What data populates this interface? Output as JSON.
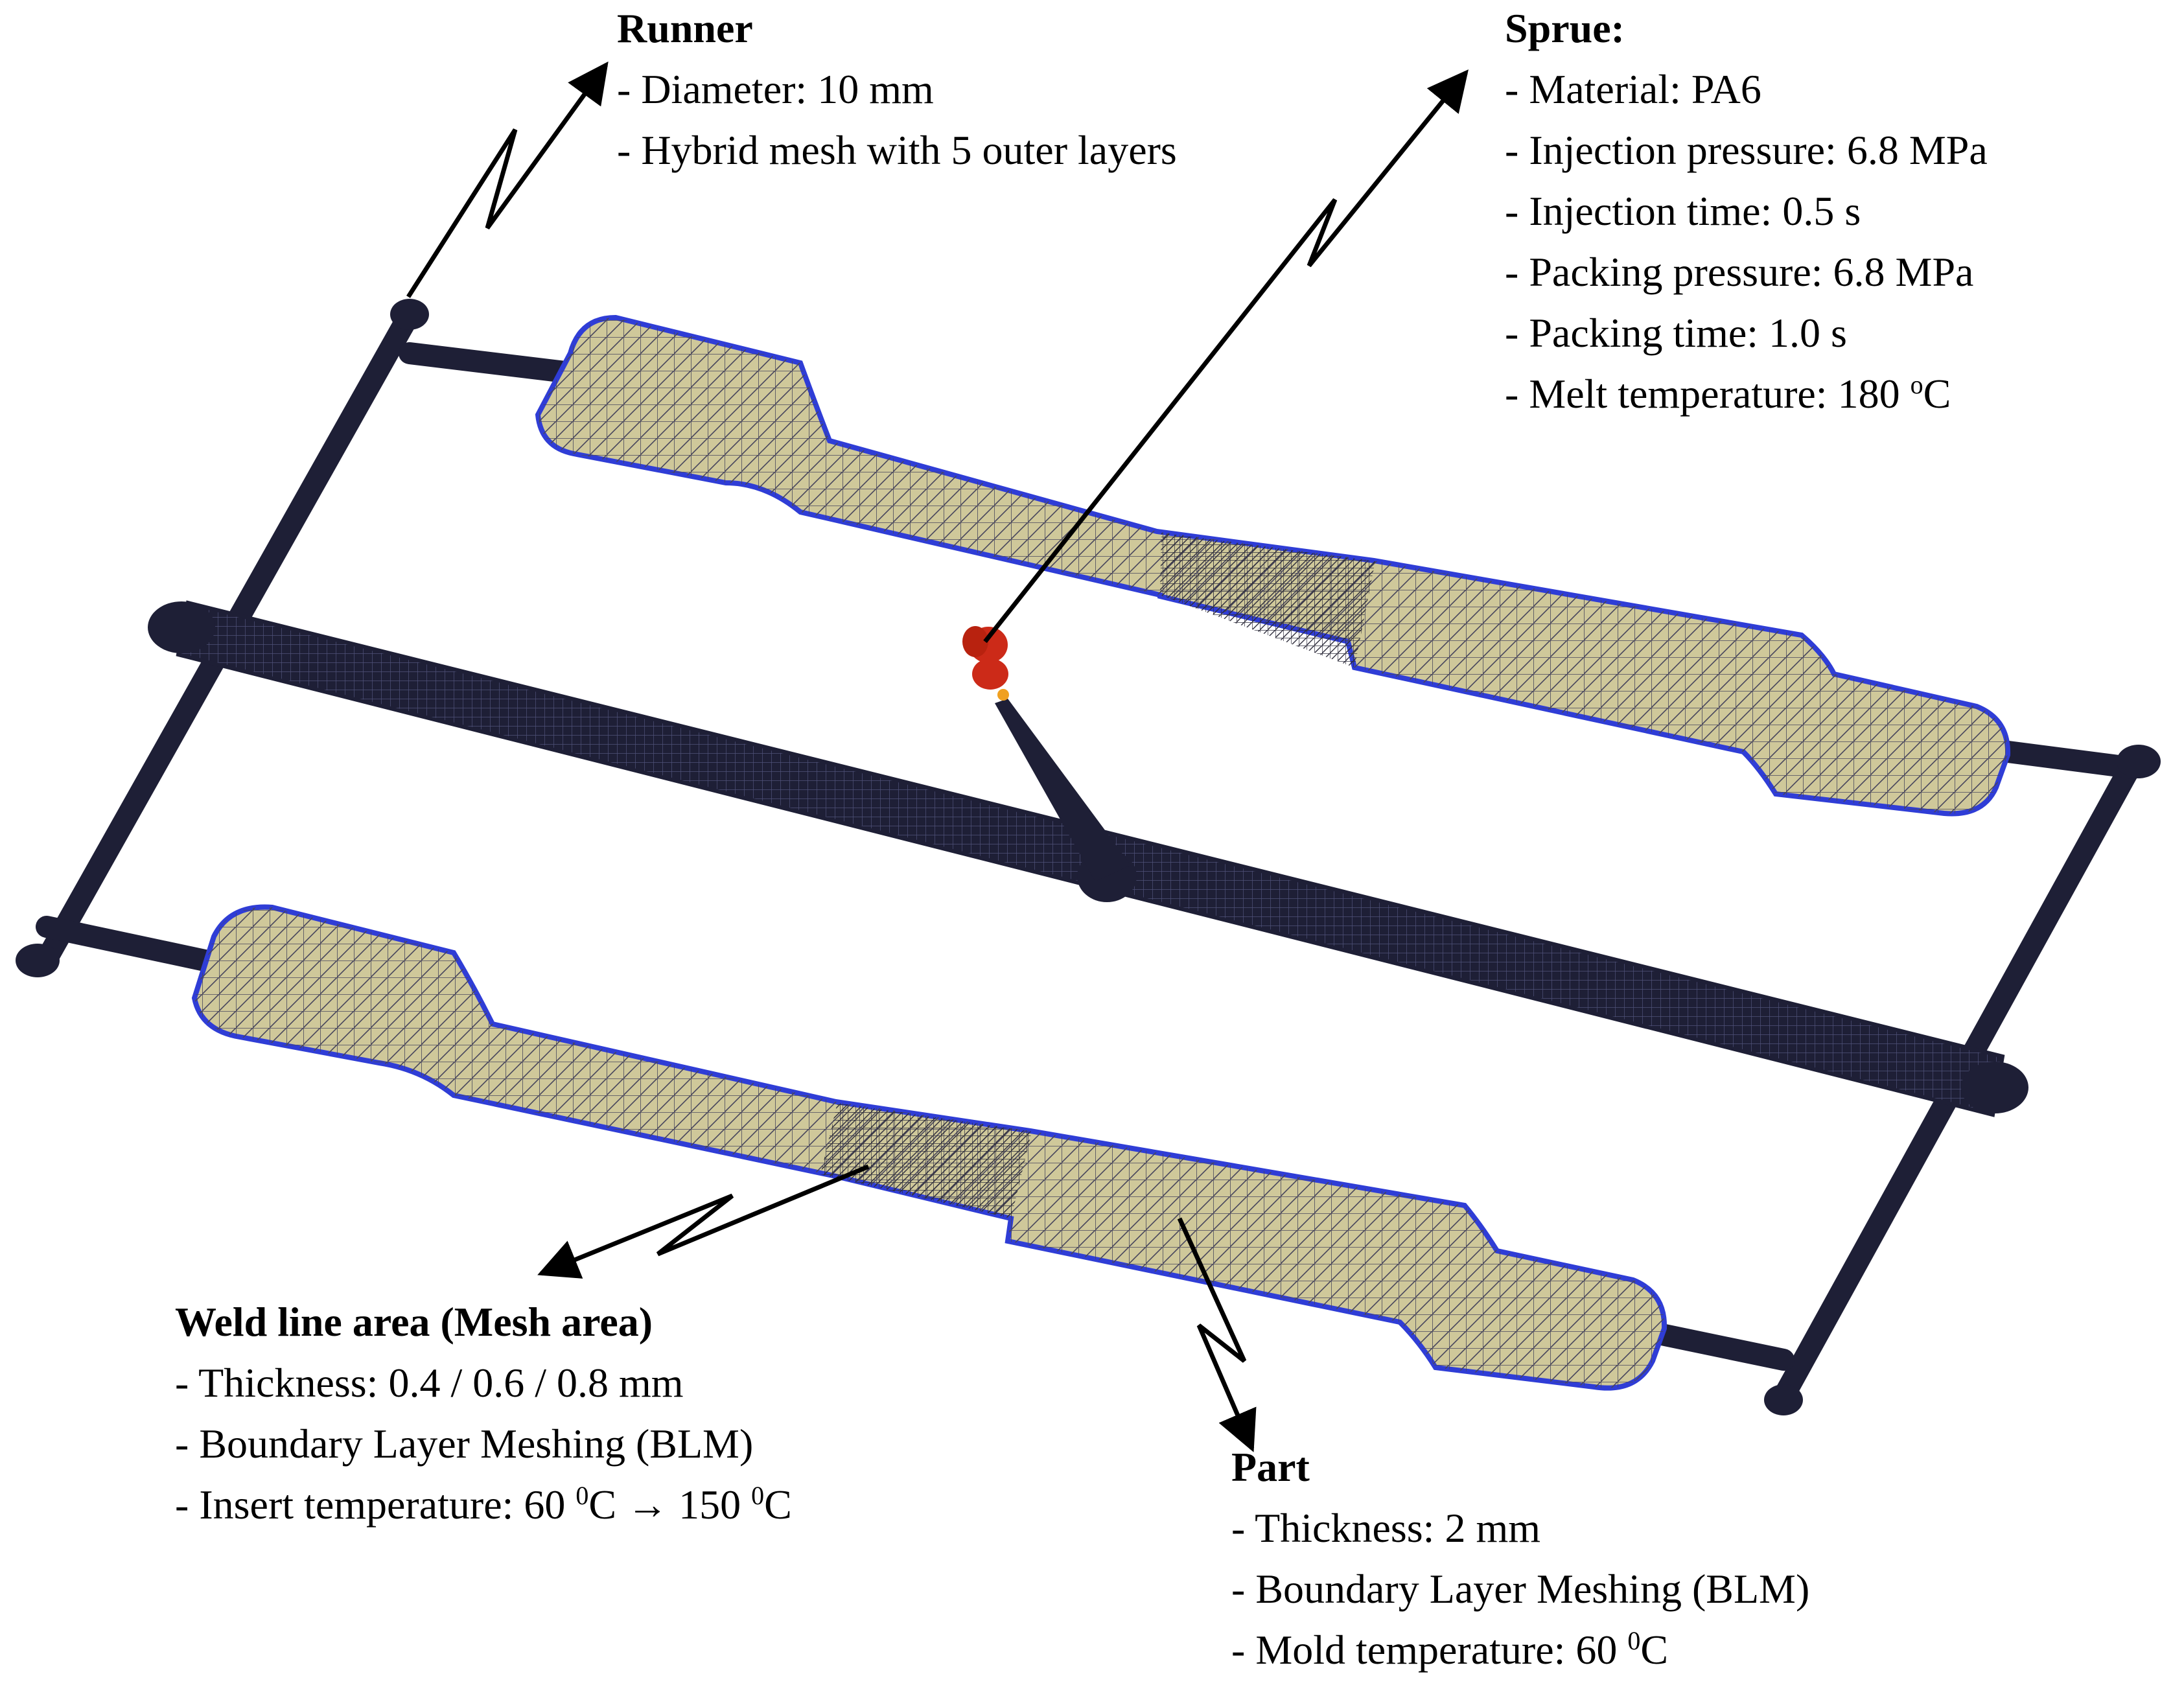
{
  "colors": {
    "runner": "#1e1f36",
    "part_fill": "#cfc89a",
    "mesh_line": "#47455c",
    "edge_blue": "#2f3dd6",
    "sprue_red": "#cc2a18"
  },
  "runner": {
    "heading": "Runner",
    "lines": [
      {
        "text": "- Diameter: 10 mm"
      },
      {
        "text": "- Hybrid mesh with 5 outer layers"
      }
    ]
  },
  "sprue": {
    "heading": "Sprue:",
    "lines": [
      {
        "text": "- Material: PA6"
      },
      {
        "text": "- Injection pressure: 6.8 MPa"
      },
      {
        "text": "- Injection time: 0.5 s"
      },
      {
        "text": "- Packing pressure: 6.8 MPa"
      },
      {
        "text": "- Packing time: 1.0 s"
      },
      {
        "text": "- Melt temperature: 180 ",
        "sup": "o",
        "tail": "C"
      }
    ]
  },
  "weld": {
    "heading": "Weld line area (Mesh area)",
    "lines": [
      {
        "text": "- Thickness: 0.4 / 0.6 / 0.8 mm"
      },
      {
        "text": "- Boundary Layer Meshing (BLM)"
      },
      {
        "text": "- Insert temperature: 60 ",
        "sup": "0",
        "tail": "C → 150 ",
        "sup2": "0",
        "tail2": "C"
      }
    ]
  },
  "part": {
    "heading": "Part",
    "lines": [
      {
        "text": "- Thickness: 2 mm"
      },
      {
        "text": "- Boundary Layer Meshing (BLM)"
      },
      {
        "text": "- Mold temperature: 60 ",
        "sup": "0",
        "tail": "C"
      }
    ]
  }
}
